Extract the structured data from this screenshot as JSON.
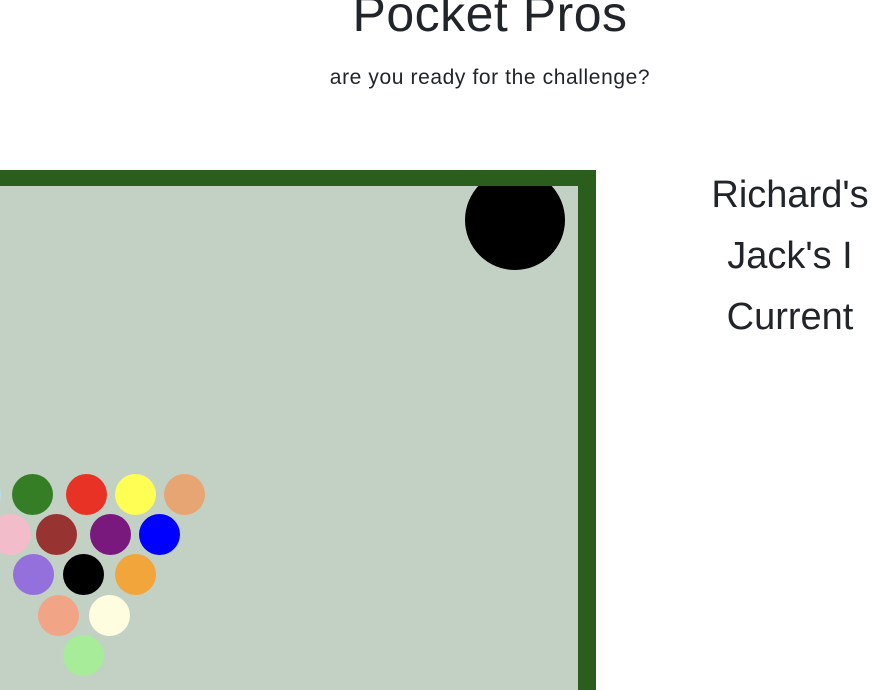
{
  "header": {
    "title": "Pocket Pros",
    "subtitle": "are you ready for the challenge?"
  },
  "scoreboard": {
    "line1": "Richard's",
    "line2": "Jack's I",
    "line3": "Current"
  },
  "colors": {
    "felt": "#c3d1c4",
    "rail": "#2b5d1c",
    "pocket": "#000000"
  },
  "balls": [
    {
      "id": "ball-light-blue",
      "color": "#b9dce9"
    },
    {
      "id": "ball-green",
      "color": "#357e26"
    },
    {
      "id": "ball-red",
      "color": "#e93226"
    },
    {
      "id": "ball-yellow",
      "color": "#fefe55"
    },
    {
      "id": "ball-tan",
      "color": "#e7a573"
    },
    {
      "id": "ball-pink",
      "color": "#f3bccb"
    },
    {
      "id": "ball-maroon",
      "color": "#973331"
    },
    {
      "id": "ball-purple",
      "color": "#79197e"
    },
    {
      "id": "ball-blue",
      "color": "#0000ff"
    },
    {
      "id": "ball-lavender",
      "color": "#9370db"
    },
    {
      "id": "ball-black",
      "color": "#000000"
    },
    {
      "id": "ball-orange",
      "color": "#f2a53b"
    },
    {
      "id": "ball-salmon",
      "color": "#f2a486"
    },
    {
      "id": "ball-cream",
      "color": "#fffde0"
    },
    {
      "id": "ball-light-green",
      "color": "#a6ec99"
    }
  ]
}
